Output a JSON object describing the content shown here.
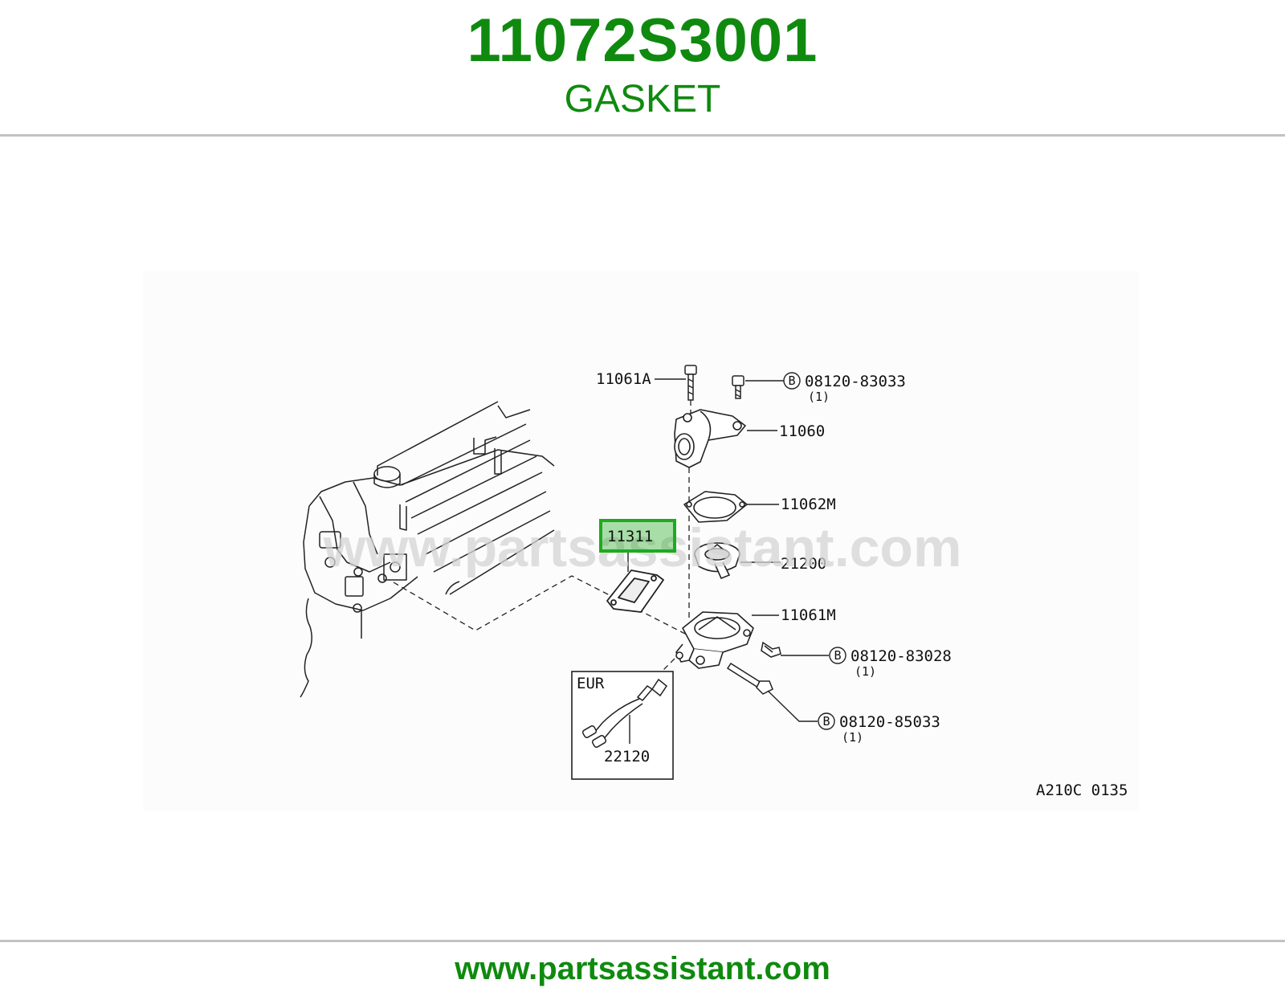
{
  "header": {
    "part_number": "11072S3001",
    "part_name": "GASKET"
  },
  "diagram": {
    "watermark": "www.partsassistant.com",
    "highlighted_callout": "11311",
    "callouts": {
      "bolt_top_left": "11061A",
      "bolt_top_right": "08120-83033",
      "bolt_top_right_qty": "(1)",
      "water_outlet": "11060",
      "outlet_gasket": "11062M",
      "thermostat": "21200",
      "thermostat_housing": "11061M",
      "bolt_mid": "08120-83028",
      "bolt_mid_qty": "(1)",
      "bolt_long": "08120-85033",
      "bolt_long_qty": "(1)",
      "eur_box_title": "EUR",
      "sensor": "22120"
    },
    "bolt_marker": "B",
    "drawing_code": "A210C 0135"
  },
  "footer": {
    "url": "www.partsassistant.com"
  },
  "colors": {
    "brand_green": "#0f8a0f",
    "highlight_green": "#1faa1f"
  }
}
